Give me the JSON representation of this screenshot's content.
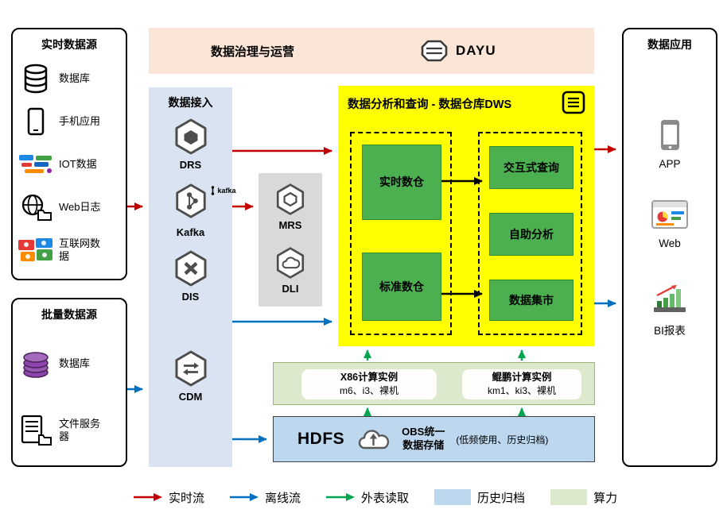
{
  "banner": {
    "title": "数据治理与运营",
    "logo_text": "DAYU"
  },
  "realtime_sources": {
    "title": "实时数据源",
    "items": [
      {
        "icon": "database-icon",
        "label": "数据库"
      },
      {
        "icon": "mobile-app-icon",
        "label": "手机应用"
      },
      {
        "icon": "iot-icon",
        "label": "IOT数据"
      },
      {
        "icon": "web-log-icon",
        "label": "Web日志"
      },
      {
        "icon": "internet-data-icon",
        "label": "互联网数据"
      }
    ]
  },
  "batch_sources": {
    "title": "批量数据源",
    "items": [
      {
        "icon": "database-purple-icon",
        "label": "数据库"
      },
      {
        "icon": "file-server-icon",
        "label": "文件服务器"
      }
    ]
  },
  "ingestion": {
    "title": "数据接入",
    "services": [
      {
        "name": "DRS"
      },
      {
        "name": "Kafka",
        "logo_text": "kafka"
      },
      {
        "name": "DIS"
      },
      {
        "name": "CDM"
      }
    ]
  },
  "processing": {
    "services": [
      {
        "name": "MRS"
      },
      {
        "name": "DLI"
      }
    ]
  },
  "dws": {
    "title": "数据分析和查询 - 数据仓库DWS",
    "warehouses": [
      {
        "label": "实时数仓"
      },
      {
        "label": "标准数仓"
      }
    ],
    "services": [
      {
        "label": "交互式查询"
      },
      {
        "label": "自助分析"
      },
      {
        "label": "数据集市"
      }
    ]
  },
  "compute": {
    "x86": {
      "title": "X86计算实例",
      "spec": "m6、i3、裸机"
    },
    "kunpeng": {
      "title": "鲲鹏计算实例",
      "spec": "km1、ki3、裸机"
    }
  },
  "storage": {
    "hdfs_label": "HDFS",
    "obs_line1": "OBS统一",
    "obs_line2": "数据存储",
    "obs_note": "(低频使用、历史归档)"
  },
  "applications": {
    "title": "数据应用",
    "items": [
      {
        "icon": "app-icon",
        "label": "APP"
      },
      {
        "icon": "web-icon",
        "label": "Web"
      },
      {
        "icon": "bi-report-icon",
        "label": "BI报表"
      }
    ]
  },
  "legend": {
    "realtime_flow": "实时流",
    "offline_flow": "离线流",
    "external_read": "外表读取",
    "history_archive": "历史归档",
    "compute_power": "算力"
  },
  "colors": {
    "banner_bg": "#fbe5d6",
    "ingestion_bg": "#dae3f1",
    "processing_bg": "#d9d9d9",
    "dws_bg": "#ffff00",
    "warehouse_green": "#4caf50",
    "compute_bg": "#dde9cc",
    "storage_bg": "#bdd7ee",
    "realtime_arrow": "#c00000",
    "offline_arrow": "#0070c0",
    "external_arrow": "#00a550"
  }
}
